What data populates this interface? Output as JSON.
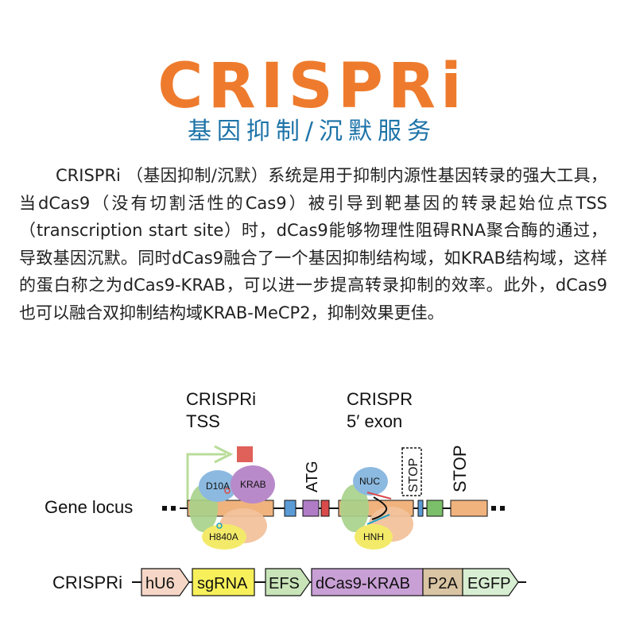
{
  "header": {
    "logo_text": "CRISPRi",
    "subtitle": "基因抑制/沉默服务"
  },
  "description": {
    "paragraph": "CRISPRi （基因抑制/沉默）系统是用于抑制内源性基因转录的强大工具，当dCas9（没有切割活性的Cas9）被引导到靶基因的转录起始位点TSS（transcription start site）时，dCas9能够物理性阻碍RNA聚合酶的通过，导致基因沉默。同时dCas9融合了一个基因抑制结构域，如KRAB结构域，这样的蛋白称之为dCas9-KRAB，可以进一步提高转录抑制的效率。此外，dCas9也可以融合双抑制结构域KRAB-MeCP2，抑制效果更佳。"
  },
  "diagram": {
    "heading_left_line1": "CRISPRi",
    "heading_left_line2": "TSS",
    "heading_right_line1": "CRISPR",
    "heading_right_line2": "5′ exon",
    "gene_locus_label": "Gene locus",
    "atg_label": "ATG",
    "stop_boxed_label": "STOP",
    "stop_label": "STOP",
    "d10a_label": "D10A",
    "krab_label": "KRAB",
    "h840a_label": "H840A",
    "nuc_label": "NUC",
    "hnh_label": "HNH",
    "construct_label": "CRISPRi",
    "construct_parts": {
      "hu6": "hU6",
      "sgrna": "sgRNA",
      "efs": "EFS",
      "dcas9_krab": "dCas9-KRAB",
      "p2a": "P2A",
      "egfp": "EGFP"
    },
    "colors": {
      "exon": "#f0b37e",
      "blue_box": "#5b9bd5",
      "purple_box": "#b07cc6",
      "red_box": "#d94a4a",
      "green_box": "#7cbf6a",
      "krab_lobe": "#b98ac9",
      "d10a_lobe": "#8bb9e0",
      "green_lobe": "#a7d18b",
      "yellow_lobe": "#f3ea6a",
      "peach_lobe": "#f2c29c",
      "hu6_fill": "#f6d7c7",
      "sgrna_fill": "#f7f05a",
      "efs_fill": "#c8e4b8",
      "dcas9_fill": "#c9a0d6",
      "p2a_fill": "#d9c4a3",
      "egfp_fill": "#d8eed2"
    }
  }
}
